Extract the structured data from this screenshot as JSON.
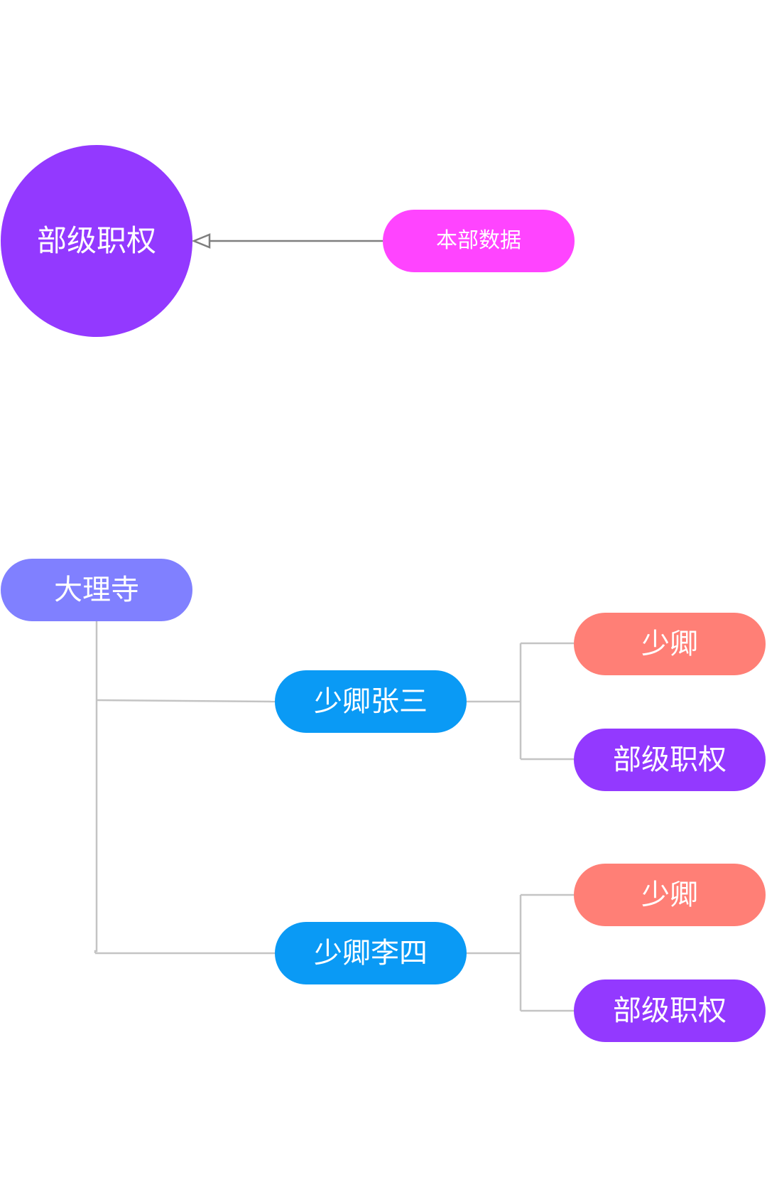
{
  "colors": {
    "purple": "#9339FF",
    "magenta": "#FF44FF",
    "periwinkle": "#8080FF",
    "blue": "#0A9AF5",
    "salmon": "#FF7F76",
    "connector": "#c4c4c4",
    "arrow": "#7f7f7f"
  },
  "top_diagram": {
    "circle_label": "部级职权",
    "data_label": "本部数据"
  },
  "tree": {
    "root_label": "大理寺",
    "branches": [
      {
        "label": "少卿张三",
        "children": [
          "少卿",
          "部级职权"
        ]
      },
      {
        "label": "少卿李四",
        "children": [
          "少卿",
          "部级职权"
        ]
      }
    ]
  }
}
